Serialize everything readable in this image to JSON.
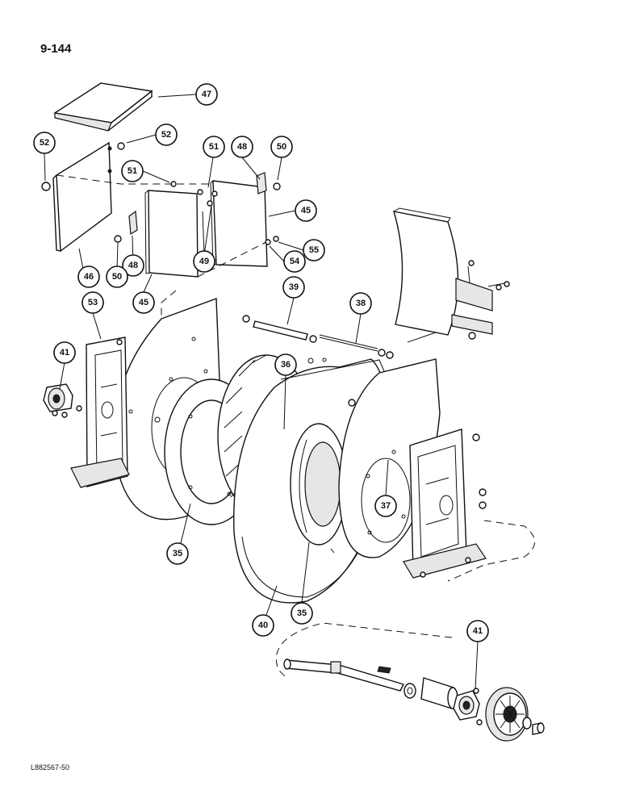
{
  "page": {
    "number": "9-144",
    "drawing_code": "L882567-50"
  },
  "callouts": [
    {
      "id": "c47",
      "label": "47"
    },
    {
      "id": "c52a",
      "label": "52"
    },
    {
      "id": "c52b",
      "label": "52"
    },
    {
      "id": "c51a",
      "label": "51"
    },
    {
      "id": "c48a",
      "label": "48"
    },
    {
      "id": "c50a",
      "label": "50"
    },
    {
      "id": "c51b",
      "label": "51"
    },
    {
      "id": "c45a",
      "label": "45"
    },
    {
      "id": "c55",
      "label": "55"
    },
    {
      "id": "c54",
      "label": "54"
    },
    {
      "id": "c49",
      "label": "49"
    },
    {
      "id": "c48b",
      "label": "48"
    },
    {
      "id": "c46",
      "label": "46"
    },
    {
      "id": "c50b",
      "label": "50"
    },
    {
      "id": "c45b",
      "label": "45"
    },
    {
      "id": "c53",
      "label": "53"
    },
    {
      "id": "c39",
      "label": "39"
    },
    {
      "id": "c38",
      "label": "38"
    },
    {
      "id": "c41a",
      "label": "41"
    },
    {
      "id": "c36",
      "label": "36"
    },
    {
      "id": "c37",
      "label": "37"
    },
    {
      "id": "c35a",
      "label": "35"
    },
    {
      "id": "c40",
      "label": "40"
    },
    {
      "id": "c35b",
      "label": "35"
    },
    {
      "id": "c41b",
      "label": "41"
    }
  ]
}
